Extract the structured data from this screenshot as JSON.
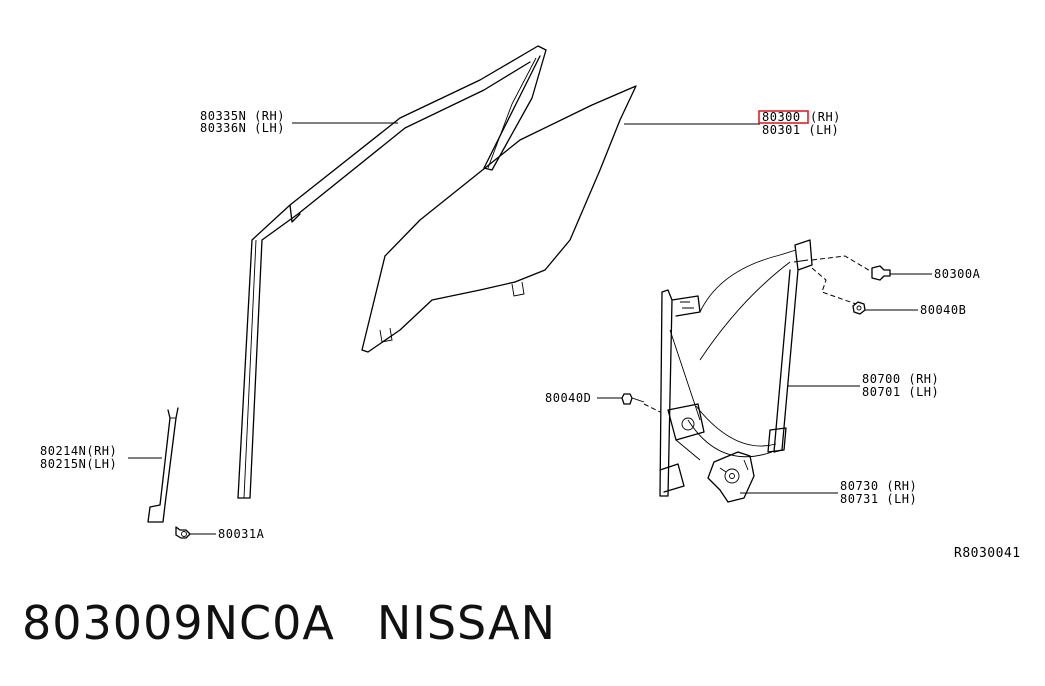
{
  "highlight_color": "#e0202a",
  "labels": {
    "sash_rh": "80335N (RH)",
    "sash_lh": "80336N (LH)",
    "glass_rh": "80300",
    "glass_rh_suffix": "(RH)",
    "glass_lh": "80301 (LH)",
    "sash_low_rh": "80214N(RH)",
    "sash_low_lh": "80215N(LH)",
    "clip": "80031A",
    "bolt": "80300A",
    "nut": "80040B",
    "regulator_rh": "80700 (RH)",
    "regulator_lh": "80701 (LH)",
    "bolt_d": "80040D",
    "motor_rh": "80730 (RH)",
    "motor_lh": "80731 (LH)",
    "ref": "R8030041"
  },
  "footer": {
    "part_number": "803009NC0A",
    "brand": "NISSAN"
  }
}
